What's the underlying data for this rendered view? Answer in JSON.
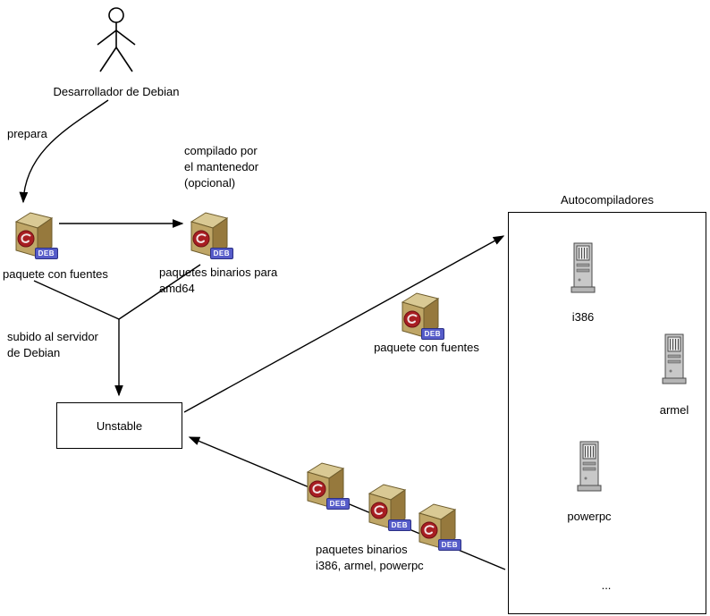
{
  "actor": {
    "label": "Desarrollador de Debian"
  },
  "annotations": {
    "prepara": "prepara",
    "compilado": "compilado por\nel mantenedor\n(opcional)",
    "subido": "subido al servidor\nde Debian"
  },
  "packages": {
    "deb_badge": "DEB",
    "source_label": "paquete con fuentes",
    "amd64_label": "paquetes binarios para amd64",
    "upload_label": "paquete con fuentes",
    "binaries_label": "paquetes binarios\ni386, armel, powerpc"
  },
  "unstable": {
    "label": "Unstable"
  },
  "autobuilders": {
    "title": "Autocompiladores",
    "servers": [
      {
        "label": "i386"
      },
      {
        "label": "armel"
      },
      {
        "label": "powerpc"
      }
    ],
    "more": "..."
  }
}
